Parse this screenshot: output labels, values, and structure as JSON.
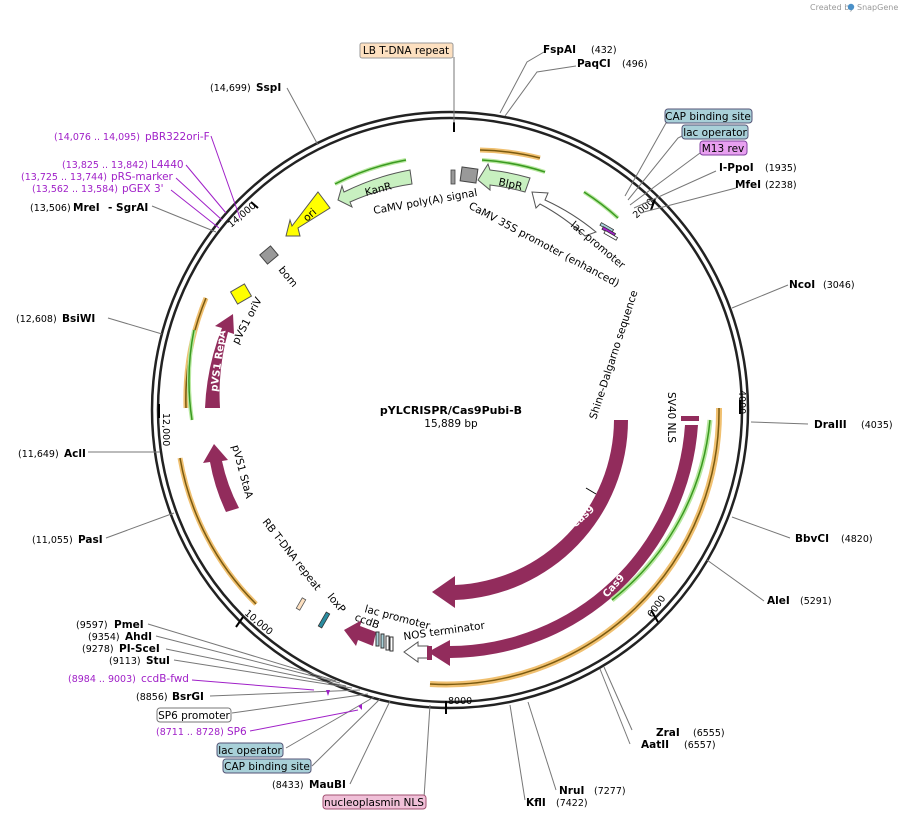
{
  "plasmid": {
    "name": "pYLCRISPR/Cas9Pubi-B",
    "size": "15,889 bp"
  },
  "credit": {
    "prefix": "Created by",
    "brand": "SnapGene"
  },
  "ticks": [
    "2000",
    "4000",
    "6000",
    "8000",
    "10,000",
    "12,000",
    "14,000"
  ],
  "sites_right": [
    {
      "name": "FspAI",
      "pos": "(432)"
    },
    {
      "name": "PaqCI",
      "pos": "(496)"
    },
    {
      "name": "I-PpoI",
      "pos": "(1935)"
    },
    {
      "name": "MfeI",
      "pos": "(2238)"
    },
    {
      "name": "NcoI",
      "pos": "(3046)"
    },
    {
      "name": "DraIII",
      "pos": "(4035)"
    },
    {
      "name": "BbvCI",
      "pos": "(4820)"
    },
    {
      "name": "AleI",
      "pos": "(5291)"
    },
    {
      "name": "ZraI",
      "pos": "(6555)"
    },
    {
      "name": "AatII",
      "pos": "(6557)"
    },
    {
      "name": "NruI",
      "pos": "(7277)"
    },
    {
      "name": "KflI",
      "pos": "(7422)"
    }
  ],
  "sites_left": [
    {
      "name": "SspI",
      "pos": "(14,699)"
    },
    {
      "name": "MreI",
      "pos": "(13,506)"
    },
    {
      "name": "- SgrAI",
      "pos": ""
    },
    {
      "name": "BsiWI",
      "pos": "(12,608)"
    },
    {
      "name": "AclI",
      "pos": "(11,649)"
    },
    {
      "name": "PasI",
      "pos": "(11,055)"
    },
    {
      "name": "PmeI",
      "pos": "(9597)"
    },
    {
      "name": "AhdI",
      "pos": "(9354)"
    },
    {
      "name": "PI-SceI",
      "pos": "(9278)"
    },
    {
      "name": "StuI",
      "pos": "(9113)"
    },
    {
      "name": "BsrGI",
      "pos": "(8856)"
    },
    {
      "name": "MauBI",
      "pos": "(8433)"
    }
  ],
  "primers": [
    {
      "name": "pBR322ori-F",
      "range": "(14,076 .. 14,095)"
    },
    {
      "name": "L4440",
      "range": "(13,825 .. 13,842)"
    },
    {
      "name": "pRS-marker",
      "range": "(13,725 .. 13,744)"
    },
    {
      "name": "pGEX 3'",
      "range": "(13,562 .. 13,584)"
    },
    {
      "name": "ccdB-fwd",
      "range": "(8984 .. 9003)"
    },
    {
      "name": "SP6",
      "range": "(8711 .. 8728)"
    }
  ],
  "boxed": {
    "lb_tdna": "LB T-DNA repeat",
    "cap_top": "CAP binding site",
    "lac_op_top": "lac operator",
    "m13_rev": "M13 rev",
    "sp6_promoter": "SP6 promoter",
    "lac_op_bottom": "lac operator",
    "cap_bottom": "CAP binding site",
    "nucleoplasmin": "nucleoplasmin NLS"
  },
  "features": {
    "kanr": "KanR",
    "blpr": "BlpR",
    "ori": "ori",
    "bom": "bom",
    "pvs1_oriv": "pVS1 oriV",
    "pvs1_repa": "pVS1 RepA",
    "pvs1_staa": "pVS1 StaA",
    "camv_polya": "CaMV poly(A) signal",
    "camv_35s": "CaMV 35S promoter (enhanced)",
    "lac_promoter_top": "lac promoter",
    "sv40_nls": "SV40 NLS",
    "shine_dalgarno": "Shine-Dalgarno sequence",
    "cas9_inner": "Cas9",
    "cas9_outer": "Cas9",
    "nos_terminator": "NOS terminator",
    "lac_promoter_bottom": "lac promoter",
    "ccdb": "ccdB",
    "loxp": "loxP",
    "rb_tdna": "RB T-DNA repeat"
  },
  "colors": {
    "cas9": "#922c5c",
    "kanr": "#c8f0c0",
    "ori": "#ffff00",
    "primer": "#a020c8",
    "orange_halo": "#f0c070",
    "green_line": "#3a9a20",
    "box_teal": "#a8d0d8",
    "box_peach": "#fde0c0",
    "box_pink": "#f0c0d8"
  }
}
